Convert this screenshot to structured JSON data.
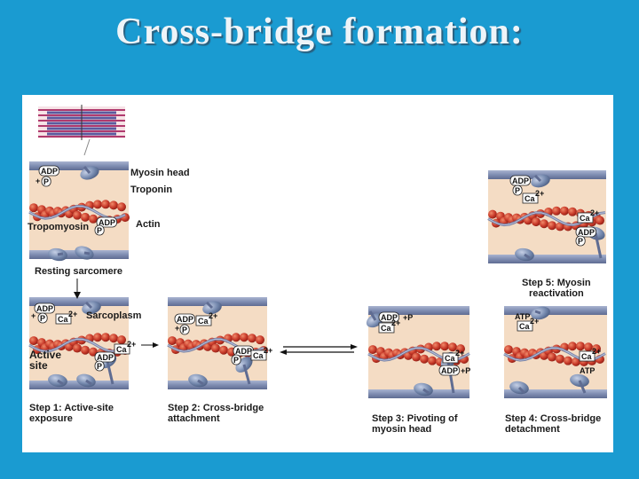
{
  "title": "Cross-bridge formation:",
  "labels": {
    "myosin_head": "Myosin head",
    "troponin": "Troponin",
    "actin": "Actin",
    "tropomyosin": "Tropomyosin",
    "resting_sarcomere": "Resting sarcomere",
    "sarcoplasm": "Sarcoplasm",
    "active_site_line1": "Active",
    "active_site_line2": "site"
  },
  "steps": {
    "step1_line1": "Step 1: Active-site",
    "step1_line2": "exposure",
    "step2_line1": "Step 2: Cross-bridge",
    "step2_line2": "attachment",
    "step3_line1": "Step 3: Pivoting of",
    "step3_line2": "myosin head",
    "step4_line1": "Step 4: Cross-bridge",
    "step4_line2": "detachment",
    "step5_line1": "Step 5: Myosin",
    "step5_line2": "reactivation"
  },
  "chem": {
    "adp": "ADP",
    "p": "P",
    "plus": "+",
    "plus_p": "+P",
    "ca": "Ca",
    "ca_sup": "2+",
    "atp": "ATP"
  },
  "colors": {
    "background": "#1a9bd1",
    "panel": "#ffffff",
    "title": "#eef4f8",
    "thin_filament_band": "#f4dcc4",
    "actin_bead": "#c83a2a",
    "myosin_head": "#6f84a8",
    "thick_filament": "#8491b4"
  }
}
